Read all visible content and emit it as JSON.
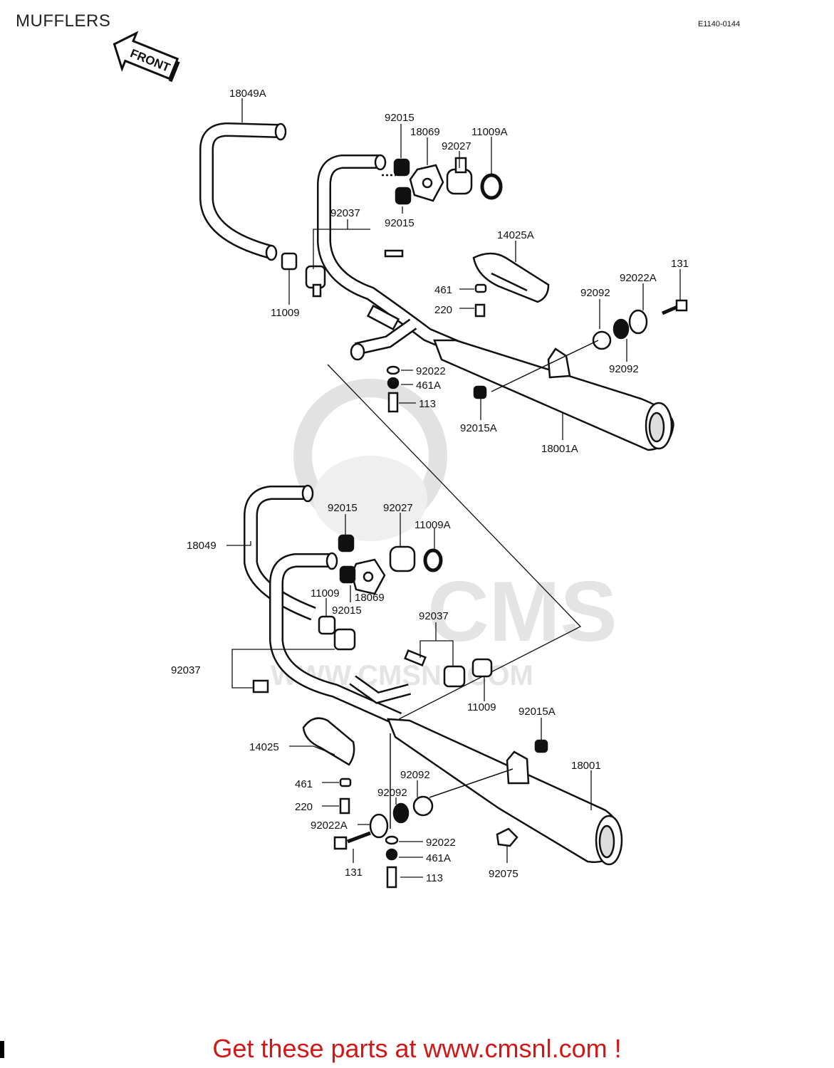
{
  "header": {
    "title": "MUFFLERS",
    "code": "E1140-0144"
  },
  "front_arrow": {
    "label": "FRONT"
  },
  "watermark": {
    "brand": "CMS",
    "url": "WWW.CMSNL.COM"
  },
  "footer": {
    "text": "Get these parts at www.cmsnl.com !"
  },
  "colors": {
    "footer": "#d01818",
    "line": "#111111",
    "watermark": "#e8e8e8"
  },
  "parts": {
    "p18049A": "18049A",
    "p92015_u1": "92015",
    "p18069_u": "18069",
    "p11009A_u": "11009A",
    "p92027_u": "92027",
    "p92037_u": "92037",
    "p92015_u2": "92015",
    "p14025A": "14025A",
    "p131_u": "131",
    "p92022A_u": "92022A",
    "p92092_u1": "92092",
    "p461_u": "461",
    "p220_u": "220",
    "p11009_u": "11009",
    "p92022_u": "92022",
    "p461A_u": "461A",
    "p113_u": "113",
    "p92092_u2": "92092",
    "p92015A_u": "92015A",
    "p18001A": "18001A",
    "p92015_l1": "92015",
    "p92027_l": "92027",
    "p11009A_l": "11009A",
    "p18049": "18049",
    "p11009_l1": "11009",
    "p18069_l": "18069",
    "p92015_l2": "92015",
    "p92037_l1": "92037",
    "p92037_l2": "92037",
    "p11009_l2": "11009",
    "p92015A_l": "92015A",
    "p14025": "14025",
    "p18001": "18001",
    "p461_l": "461",
    "p92092_l1": "92092",
    "p92092_l2": "92092",
    "p220_l": "220",
    "p92022A_l": "92022A",
    "p92022_l": "92022",
    "p461A_l": "461A",
    "p131_l": "131",
    "p113_l": "113",
    "p92075": "92075"
  }
}
